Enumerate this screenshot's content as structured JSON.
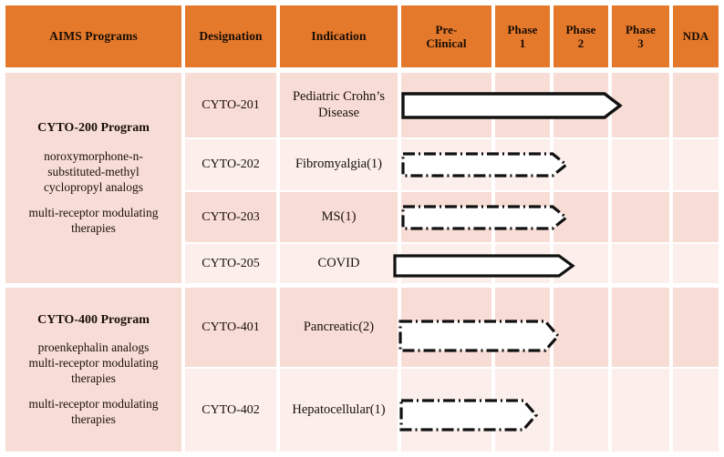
{
  "chart_data": {
    "type": "table",
    "title": "AIMS Programs Clinical Pipeline",
    "columns": [
      "AIMS Programs",
      "Designation",
      "Indication",
      "Pre-Clinical",
      "Phase 1",
      "Phase 2",
      "Phase 3",
      "NDA"
    ],
    "stage_axis": [
      "Pre-Clinical",
      "Phase 1",
      "Phase 2",
      "Phase 3",
      "NDA"
    ],
    "legend": [],
    "grid": true,
    "programs": [
      {
        "name": "CYTO-200 Program",
        "description_lines": [
          "noroxymorphone-n-",
          "substituted-methyl",
          "cyclopropyl analogs"
        ],
        "therapy_lines": [
          "multi-receptor modulating",
          "therapies"
        ],
        "rows": [
          {
            "designation": "CYTO-201",
            "indication": "Pediatric Crohn’s Disease",
            "progress_stage": "Phase 2",
            "bar_style": "solid",
            "progress_fraction": 0.8
          },
          {
            "designation": "CYTO-202",
            "indication": "Fibromyalgia(1)",
            "progress_stage": "Phase 2",
            "bar_style": "dash-dot",
            "progress_fraction": 0.59
          },
          {
            "designation": "CYTO-203",
            "indication": "MS(1)",
            "progress_stage": "Phase 2",
            "bar_style": "dash-dot",
            "progress_fraction": 0.59
          },
          {
            "designation": "CYTO-205",
            "indication": "COVID",
            "progress_stage": "Phase 2",
            "bar_style": "solid",
            "progress_fraction": 0.62
          }
        ]
      },
      {
        "name": "CYTO-400 Program",
        "description_lines": [
          "proenkephalin analogs",
          "multi-receptor modulating",
          "therapies"
        ],
        "therapy_lines": [
          "multi-receptor modulating",
          "therapies"
        ],
        "rows": [
          {
            "designation": "CYTO-401",
            "indication": "Pancreatic(2)",
            "progress_stage": "Phase 2",
            "bar_style": "dash-dot",
            "progress_fraction": 0.56
          },
          {
            "designation": "CYTO-402",
            "indication": "Hepatocellular(1)",
            "progress_stage": "Phase 1",
            "bar_style": "dash-dot",
            "progress_fraction": 0.47
          }
        ]
      }
    ]
  },
  "header": {
    "c0": "AIMS Programs",
    "c1": "Designation",
    "c2": "Indication",
    "c3": "Pre-Clinical",
    "c3a": "Pre-",
    "c3b": "Clinical",
    "c4a": "Phase",
    "c4b": "1",
    "c5a": "Phase",
    "c5b": "2",
    "c6a": "Phase",
    "c6b": "3",
    "c7": "NDA"
  },
  "programs": {
    "p1": {
      "title": "CYTO-200 Program",
      "l1": "noroxymorphone-n-",
      "l2": "substituted-methyl",
      "l3": "cyclopropyl analogs",
      "l4": "multi-receptor modulating",
      "l5": "therapies"
    },
    "p2": {
      "title": "CYTO-400 Program",
      "l1": "proenkephalin analogs",
      "l2": "multi-receptor modulating",
      "l3": "therapies",
      "l4": "multi-receptor modulating",
      "l5": "therapies"
    }
  },
  "rows": {
    "r1": {
      "designation": "CYTO-201",
      "indication_a": "Pediatric Crohn’s",
      "indication_b": "Disease"
    },
    "r2": {
      "designation": "CYTO-202",
      "indication_a": "Fibromyalgia(1)",
      "indication_b": ""
    },
    "r3": {
      "designation": "CYTO-203",
      "indication_a": "MS(1)",
      "indication_b": ""
    },
    "r4": {
      "designation": "CYTO-205",
      "indication_a": "COVID",
      "indication_b": ""
    },
    "r5": {
      "designation": "CYTO-401",
      "indication_a": "Pancreatic(2)",
      "indication_b": ""
    },
    "r6": {
      "designation": "CYTO-402",
      "indication_a": "Hepatocellular(1)",
      "indication_b": ""
    }
  },
  "colors": {
    "header_orange": "#E5792B",
    "row_dark": "#F7DDD5",
    "row_light": "#FBEEEB",
    "grid_white": "#FFFFFF",
    "arrow_stroke": "#111111",
    "arrow_fill": "#FFFFFF"
  }
}
